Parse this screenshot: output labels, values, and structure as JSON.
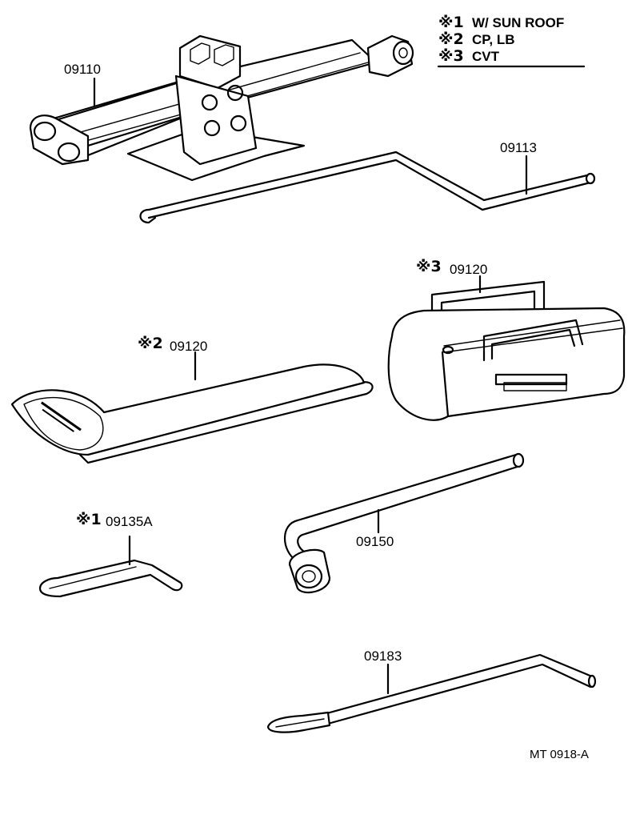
{
  "legend": [
    {
      "mark": "※1",
      "text": "W/ SUN ROOF"
    },
    {
      "mark": "※2",
      "text": "CP, LB"
    },
    {
      "mark": "※3",
      "text": "CVT"
    }
  ],
  "parts": {
    "jack": {
      "number": "09110"
    },
    "jack_handle": {
      "number": "09113"
    },
    "tool_bag_cvt": {
      "mark": "※3",
      "number": "09120"
    },
    "tool_bag_cp_lb": {
      "mark": "※2",
      "number": "09120"
    },
    "sunroof_wrench": {
      "mark": "※1",
      "number": "09135A"
    },
    "wheel_nut_wrench": {
      "number": "09150"
    },
    "jack_rod": {
      "number": "09183"
    }
  },
  "drawing_code": "MT 0918-A"
}
